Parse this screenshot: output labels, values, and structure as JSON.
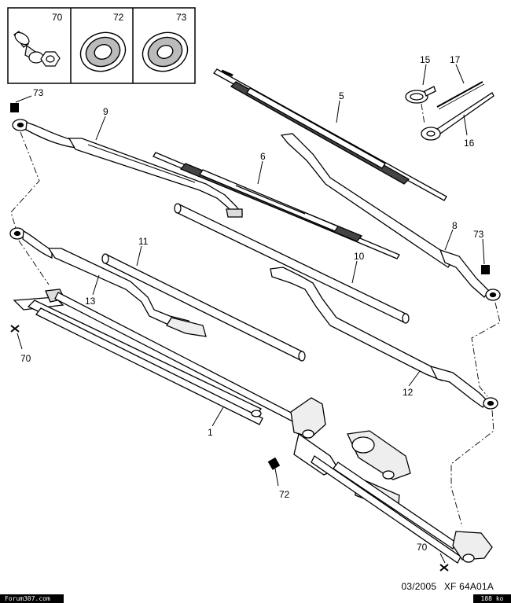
{
  "inset": {
    "items": [
      {
        "num": "70",
        "icon": "bolt-icon"
      },
      {
        "num": "72",
        "icon": "washer-icon"
      },
      {
        "num": "73",
        "icon": "washer-icon"
      }
    ]
  },
  "labels": {
    "l1": "1",
    "l5": "5",
    "l6": "6",
    "l8": "8",
    "l9": "9",
    "l10": "10",
    "l11": "11",
    "l12": "12",
    "l13": "13",
    "l15": "15",
    "l16": "16",
    "l17": "17",
    "l70a": "70",
    "l70b": "70",
    "l72": "72",
    "l73a": "73",
    "l73b": "73"
  },
  "footer": {
    "date": "03/2005",
    "ref": "XF 64A01A",
    "site": "Forum307.com",
    "size": "188 ko"
  }
}
